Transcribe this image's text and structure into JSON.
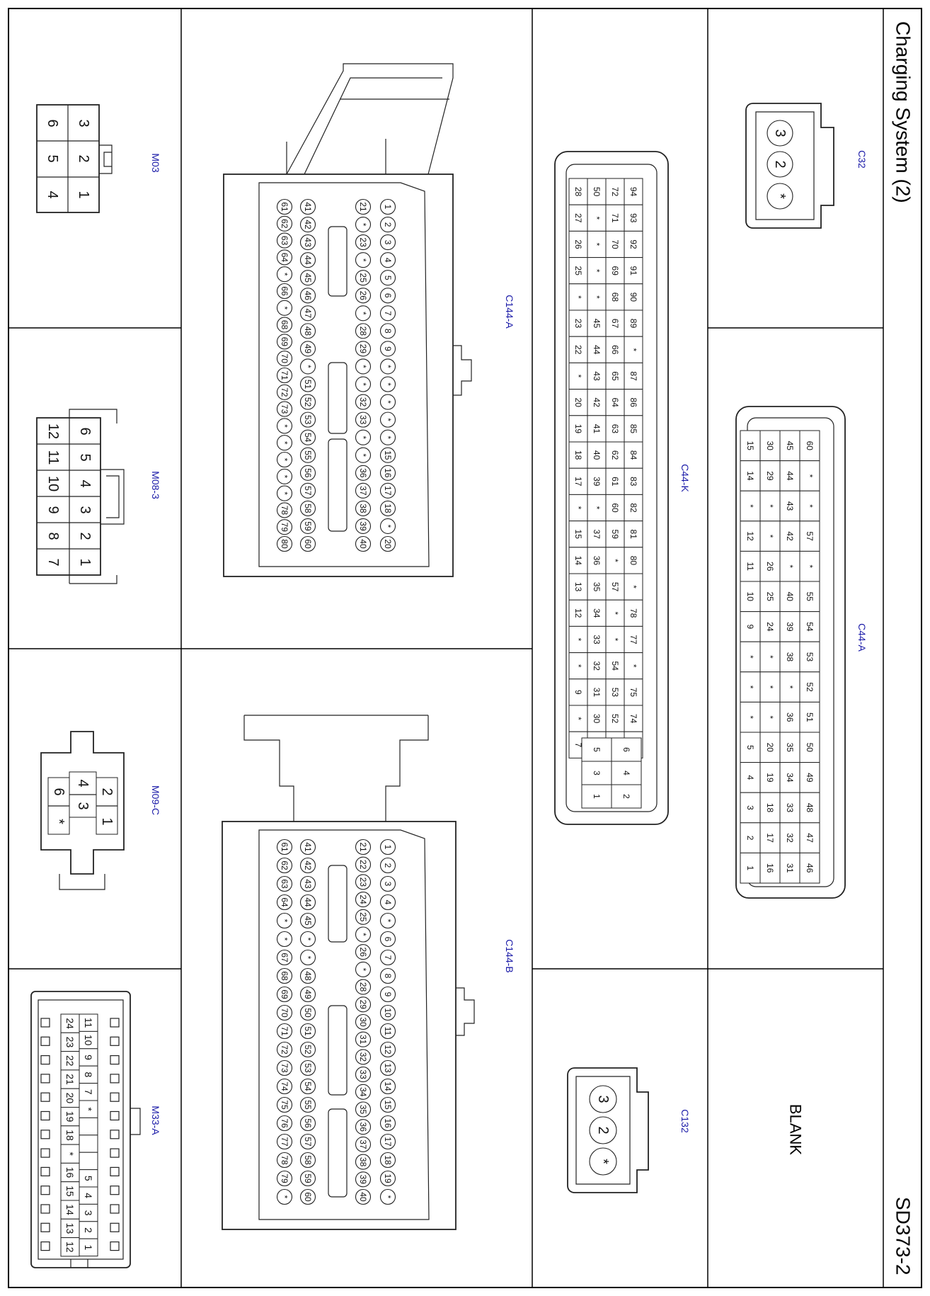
{
  "sheet": {
    "title": "Charging System (2)",
    "code": "SD373-2",
    "blank_label": "BLANK",
    "label_color": "#1a1aa8"
  },
  "connectors": {
    "m03": {
      "label": "M03",
      "pins": [
        "1",
        "2",
        "3",
        "4",
        "5",
        "6"
      ]
    },
    "m08_3": {
      "label": "M08-3",
      "pins": [
        "1",
        "2",
        "3",
        "4",
        "5",
        "6",
        "7",
        "8",
        "9",
        "10",
        "11",
        "12"
      ]
    },
    "m09_c": {
      "label": "M09-C",
      "pins": [
        "1",
        "2",
        "3",
        "4",
        "6",
        "*"
      ]
    },
    "m33_a": {
      "label": "M33-A",
      "row_upper": [
        "11",
        "10",
        "9",
        "8",
        "7",
        "*",
        "",
        "",
        "",
        "5",
        "4",
        "3",
        "2",
        "1"
      ],
      "row_lower": [
        "24",
        "23",
        "22",
        "21",
        "20",
        "19",
        "18",
        "*",
        "16",
        "15",
        "14",
        "13",
        "12"
      ]
    },
    "c144_a": {
      "label": "C144-A",
      "row_a": [
        "20",
        "*",
        "18",
        "17",
        "16",
        "15",
        "*",
        "*",
        "*",
        "*",
        "*",
        "9",
        "8",
        "7",
        "6",
        "5",
        "4",
        "3",
        "2",
        "1"
      ],
      "row_b": [
        "40",
        "39",
        "38",
        "37",
        "36",
        "*",
        "*",
        "33",
        "32",
        "*",
        "*",
        "29",
        "28",
        "*",
        "26",
        "25",
        "*",
        "23",
        "*",
        "21"
      ],
      "row_c": [
        "60",
        "59",
        "58",
        "57",
        "56",
        "55",
        "54",
        "53",
        "52",
        "51",
        "*",
        "49",
        "48",
        "47",
        "46",
        "45",
        "44",
        "43",
        "42",
        "41"
      ],
      "row_d": [
        "80",
        "79",
        "78",
        "*",
        "*",
        "*",
        "*",
        "*",
        "73",
        "72",
        "71",
        "70",
        "69",
        "68",
        "*",
        "66",
        "*",
        "64",
        "63",
        "62",
        "61"
      ]
    },
    "c144_b": {
      "label": "C144-B",
      "row_a": [
        "*",
        "19",
        "18",
        "17",
        "16",
        "15",
        "14",
        "13",
        "12",
        "11",
        "10",
        "9",
        "8",
        "7",
        "6",
        "*",
        "4",
        "3",
        "2",
        "1"
      ],
      "row_b": [
        "40",
        "39",
        "38",
        "37",
        "36",
        "35",
        "34",
        "33",
        "32",
        "31",
        "30",
        "29",
        "28",
        "*",
        "26",
        "*",
        "25",
        "24",
        "23",
        "22",
        "21"
      ],
      "row_c": [
        "60",
        "59",
        "58",
        "57",
        "56",
        "55",
        "54",
        "53",
        "52",
        "51",
        "50",
        "49",
        "48",
        "*",
        "*",
        "45",
        "44",
        "43",
        "42",
        "41"
      ],
      "row_d": [
        "*",
        "79",
        "78",
        "77",
        "76",
        "75",
        "74",
        "73",
        "72",
        "71",
        "70",
        "69",
        "68",
        "67",
        "*",
        "*",
        "64",
        "63",
        "62",
        "61"
      ]
    },
    "c44_k": {
      "label": "C44-K",
      "row_1": [
        "94",
        "93",
        "92",
        "91",
        "90",
        "89",
        "*",
        "87",
        "86",
        "85",
        "84",
        "83",
        "82",
        "81",
        "80",
        "*",
        "78",
        "77",
        "*",
        "75",
        "74",
        "73"
      ],
      "row_2": [
        "72",
        "71",
        "70",
        "69",
        "68",
        "67",
        "66",
        "65",
        "64",
        "63",
        "62",
        "61",
        "60",
        "59",
        "*",
        "57",
        "*",
        "*",
        "54",
        "53",
        "52",
        "51"
      ],
      "row_3": [
        "50",
        "*",
        "*",
        "*",
        "*",
        "45",
        "44",
        "43",
        "42",
        "41",
        "40",
        "39",
        "*",
        "37",
        "36",
        "35",
        "34",
        "33",
        "32",
        "31",
        "30",
        "29"
      ],
      "row_4": [
        "28",
        "27",
        "26",
        "25",
        "*",
        "23",
        "22",
        "*",
        "20",
        "19",
        "18",
        "17",
        "*",
        "15",
        "14",
        "13",
        "12",
        "*",
        "*",
        "9",
        "*",
        "7"
      ],
      "block_top": [
        "6",
        "4",
        "2"
      ],
      "block_bottom": [
        "5",
        "3",
        "1"
      ]
    },
    "c44_a": {
      "label": "C44-A",
      "row_1": [
        "60",
        "*",
        "*",
        "57",
        "*",
        "55",
        "54",
        "53",
        "52",
        "51",
        "50",
        "49",
        "48",
        "47",
        "46"
      ],
      "row_2": [
        "45",
        "44",
        "43",
        "42",
        "*",
        "40",
        "39",
        "38",
        "*",
        "36",
        "35",
        "34",
        "33",
        "32",
        "31"
      ],
      "row_3": [
        "30",
        "29",
        "*",
        "*",
        "26",
        "25",
        "24",
        "*",
        "*",
        "*",
        "20",
        "19",
        "18",
        "17",
        "16"
      ],
      "row_4": [
        "15",
        "14",
        "*",
        "12",
        "11",
        "10",
        "9",
        "*",
        "*",
        "*",
        "5",
        "4",
        "3",
        "2",
        "1"
      ]
    },
    "c32": {
      "label": "C32",
      "pins": [
        "3",
        "2",
        "*"
      ]
    },
    "c132": {
      "label": "C132",
      "pins": [
        "3",
        "2",
        "*"
      ]
    }
  }
}
